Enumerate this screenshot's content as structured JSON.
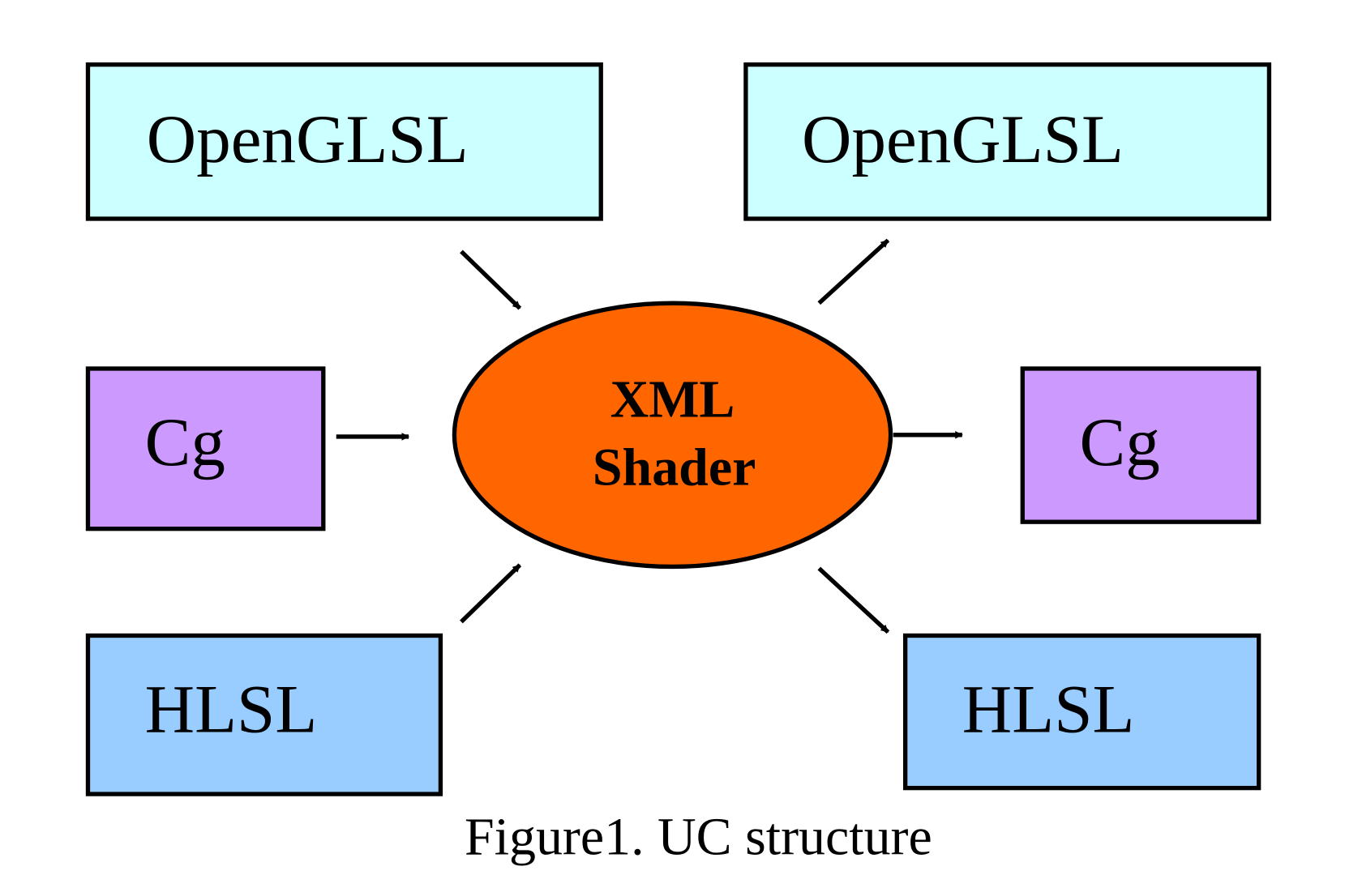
{
  "diagram": {
    "center": {
      "line1": "XML",
      "line2": "Shader",
      "color": "#ff6600"
    },
    "inputs": [
      {
        "label": "OpenGLSL",
        "color": "#ccffff"
      },
      {
        "label": "Cg",
        "color": "#cc99ff"
      },
      {
        "label": "HLSL",
        "color": "#99ccff"
      }
    ],
    "outputs": [
      {
        "label": "OpenGLSL",
        "color": "#ccffff"
      },
      {
        "label": "Cg",
        "color": "#cc99ff"
      },
      {
        "label": "HLSL",
        "color": "#99ccff"
      }
    ],
    "caption": "Figure1. UC structure"
  }
}
